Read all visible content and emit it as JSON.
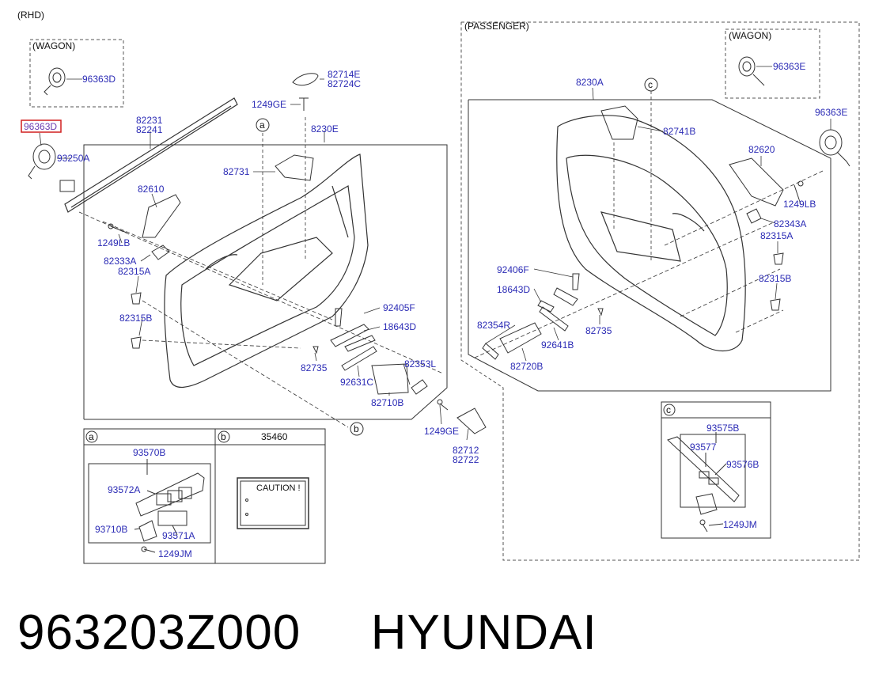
{
  "diagram": {
    "rhd": "(RHD)",
    "wagon_left": "(WAGON)",
    "wagon_right": "(WAGON)",
    "passenger": "(PASSENGER)",
    "highlight_color": "#d01f1f",
    "label_color": "#2b2bb5",
    "inset_a_letter": "a",
    "inset_b_letter": "b",
    "inset_c_letter": "c",
    "inset_b_part": "35460",
    "caution_text": "CAUTION !",
    "callout_a": "a",
    "callout_b": "b",
    "callout_c": "c",
    "callout_c2": "c",
    "parts": {
      "p96363D_wagon": "96363D",
      "p96363D_highlight": "96363D",
      "p93250A": "93250A",
      "p82231": "82231",
      "p82241": "82241",
      "p82714E": "82714E",
      "p82724C": "82724C",
      "p1249GE_top": "1249GE",
      "p8230E": "8230E",
      "p82731": "82731",
      "p82610": "82610",
      "p1249LB_left": "1249LB",
      "p82333A": "82333A",
      "p82315A_left": "82315A",
      "p82315B_left": "82315B",
      "p92405F": "92405F",
      "p18643D_left": "18643D",
      "p82735_left": "82735",
      "p92631C": "92631C",
      "p82353L": "82353L",
      "p82710B": "82710B",
      "p1249GE_bottom": "1249GE",
      "p82712": "82712",
      "p82722": "82722",
      "p96363E_wagon": "96363E",
      "p8230A": "8230A",
      "p82741B": "82741B",
      "p96363E": "96363E",
      "p82620": "82620",
      "p1249LB_right": "1249LB",
      "p82343A": "82343A",
      "p82315A_right": "82315A",
      "p82315B_right": "82315B",
      "p92406F": "92406F",
      "p18643D_right": "18643D",
      "p82354R": "82354R",
      "p82735_right": "82735",
      "p92641B": "92641B",
      "p82720B": "82720B",
      "p93570B": "93570B",
      "p93572A": "93572A",
      "p93710B": "93710B",
      "p93571A": "93571A",
      "p1249JM_a": "1249JM",
      "p93575B": "93575B",
      "p93577": "93577",
      "p93576B": "93576B",
      "p1249JM_c": "1249JM"
    }
  },
  "footer": {
    "part_number": "963203Z000",
    "brand": "HYUNDAI"
  }
}
